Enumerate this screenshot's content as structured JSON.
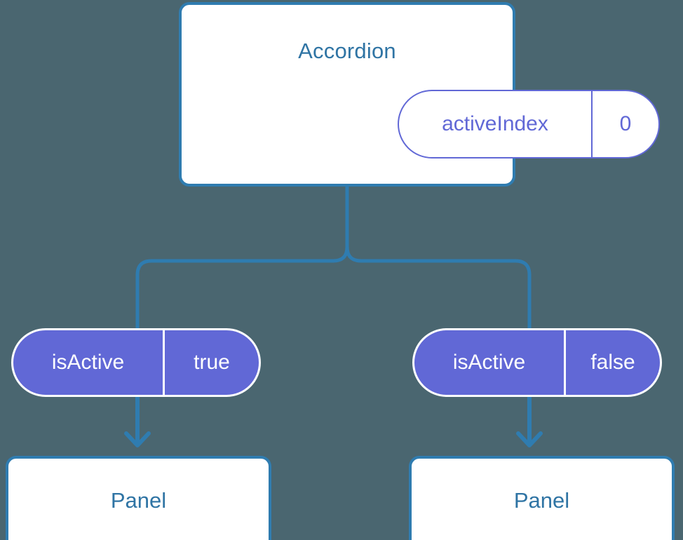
{
  "diagram": {
    "title_text": "Accordion",
    "background_color": "#4a6670",
    "accent_blue": "#2f7cb0",
    "text_blue": "#2f74a4",
    "accent_purple": "#6168d6",
    "white": "#ffffff"
  },
  "root_node": {
    "label": "Accordion",
    "state_pill": {
      "key": "activeIndex",
      "value": "0"
    }
  },
  "children": [
    {
      "prop_pill": {
        "key": "isActive",
        "value": "true"
      },
      "panel": {
        "label": "Panel"
      }
    },
    {
      "prop_pill": {
        "key": "isActive",
        "value": "false"
      },
      "panel": {
        "label": "Panel"
      }
    }
  ],
  "connectors": {
    "branch_icon": "tree-branch-connector",
    "arrow_icon": "arrow-down-icon"
  }
}
